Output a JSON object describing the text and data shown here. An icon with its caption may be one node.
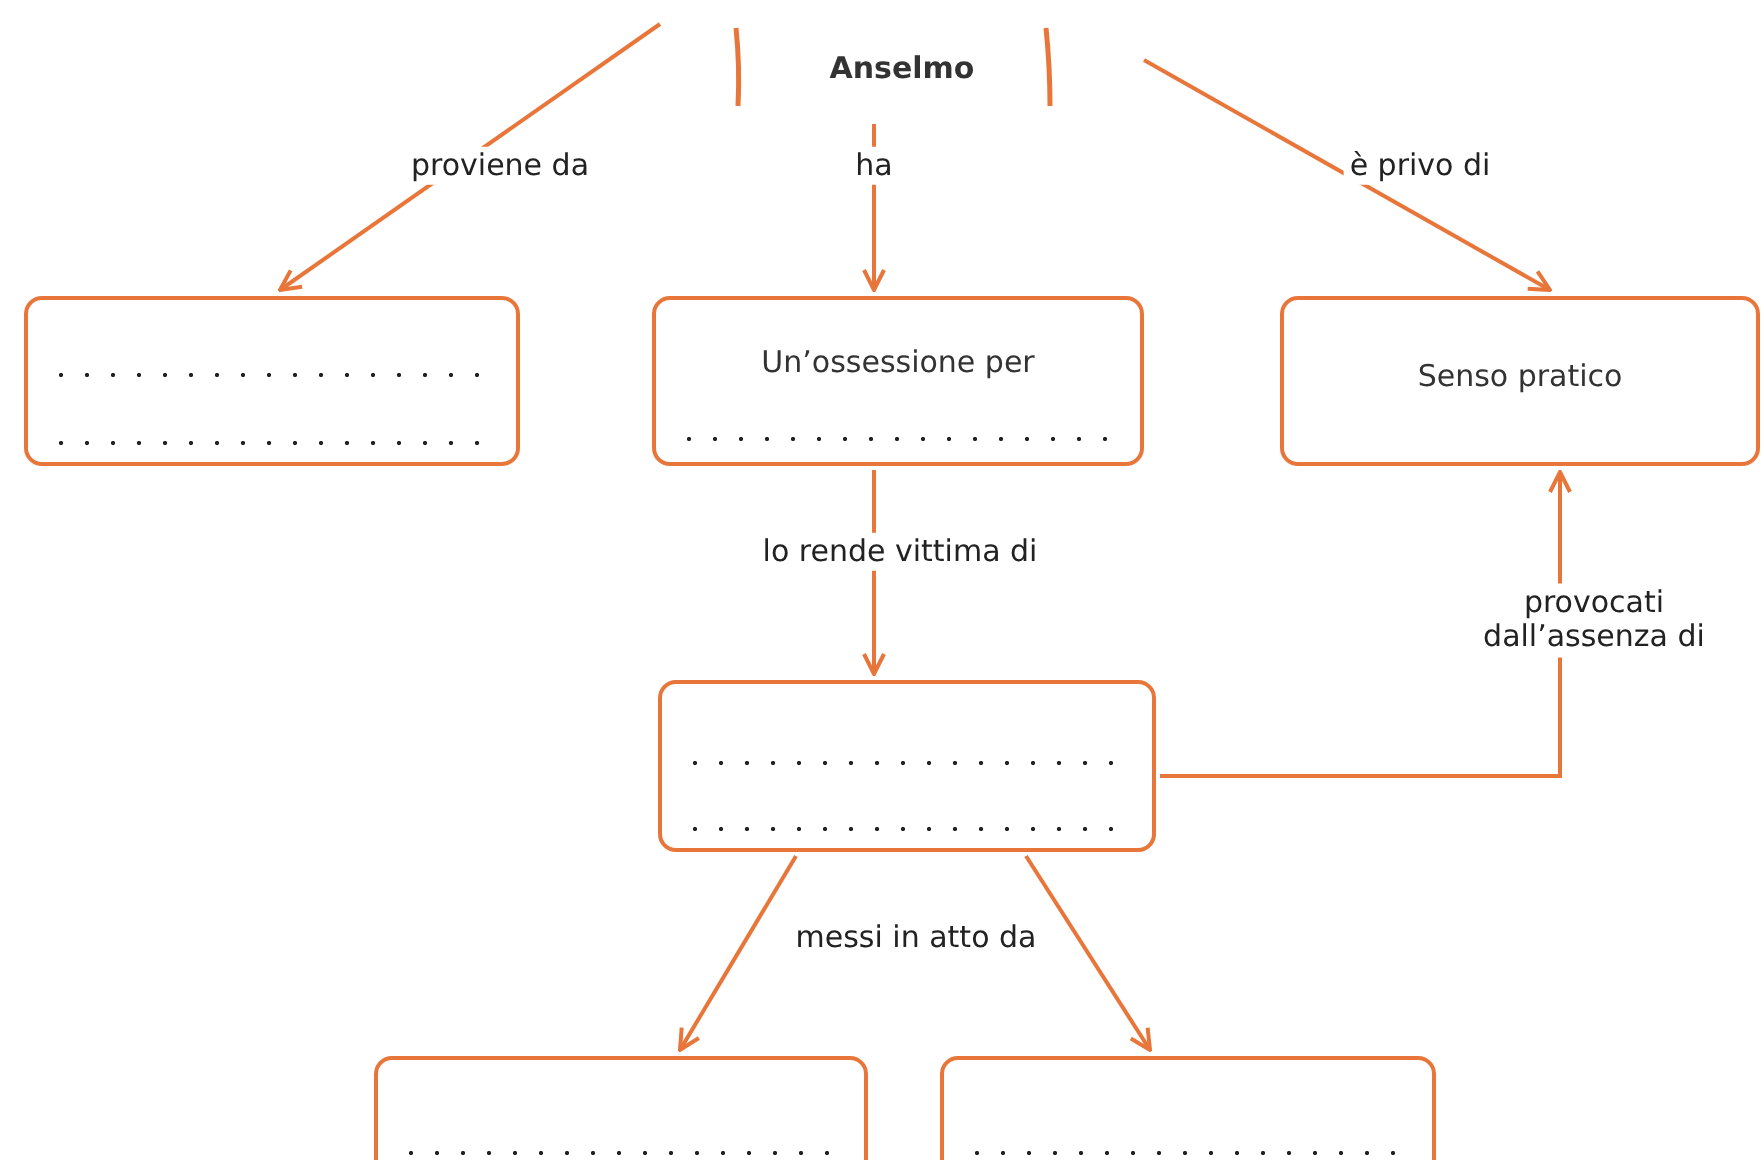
{
  "diagram": {
    "nodes": [
      {
        "text": [
          "Anselmo"
        ]
      },
      {
        "text": [],
        "shape": "box"
      },
      {
        "text": [
          "Un’ossessione per"
        ]
      },
      {
        "text": [
          "Senso pratico"
        ]
      },
      {
        "text": [],
        "shape": "box"
      },
      {
        "text": [],
        "shape": "box"
      },
      {
        "text": [],
        "shape": "box"
      }
    ],
    "edges": [
      {
        "from": 0,
        "to": 1,
        "arrow": "to",
        "label": "proviene da"
      },
      {
        "from": 0,
        "to": 2,
        "arrow": "to",
        "label": "ha"
      },
      {
        "from": 0,
        "to": 3,
        "arrow": "to",
        "label": "è privo di"
      },
      {
        "from": 2,
        "to": 4,
        "arrow": "to",
        "label": "lo rende vittima di"
      },
      {
        "from": 4,
        "to": 3,
        "arrow": "to",
        "label": "provocati dall’assenza di"
      },
      {
        "from": 4,
        "to": 5,
        "arrow": "to",
        "label": "messi in atto da"
      },
      {
        "from": 4,
        "to": 6,
        "arrow": "to"
      }
    ]
  }
}
